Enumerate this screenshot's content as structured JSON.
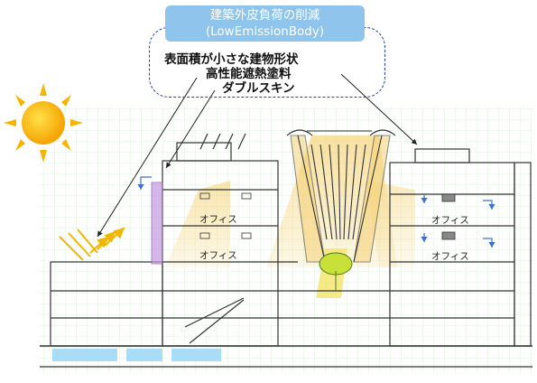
{
  "header": {
    "title_line1": "建築外皮負荷の削減",
    "title_line2": "(LowEmissionBody)"
  },
  "features": {
    "item1": "表面積が小さな建物形状",
    "item2": "高性能遮熱塗料",
    "item3": "ダブルスキン"
  },
  "labels": {
    "office": "オフィス"
  },
  "colors": {
    "title_bg": "#8fc5ec",
    "dashed_border": "#2b3fa8",
    "sun": "#f7b500",
    "light_shaft": "#f6d98a",
    "double_skin": "#c49be0",
    "water": "#a9dcf5",
    "grid": "#d6ead6",
    "flow_arrow": "#3d6fd1"
  }
}
